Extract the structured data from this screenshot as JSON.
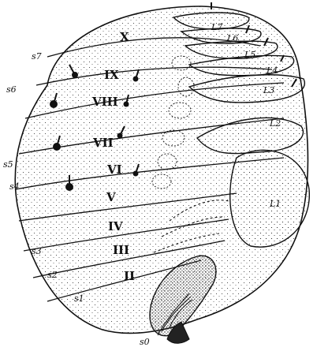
{
  "figure": {
    "segments": [
      "II",
      "III",
      "IV",
      "V",
      "VI",
      "VII",
      "VIII",
      "IX",
      "X"
    ],
    "side_labels": [
      "s0",
      "s1",
      "s2",
      "s3",
      "s4",
      "s5",
      "s6",
      "s7"
    ],
    "lobe_labels": [
      "L1",
      "L2",
      "L3",
      "L4",
      "L5",
      "L6",
      "L7"
    ],
    "ink_color": "#111111",
    "paper_color": "#ffffff"
  }
}
